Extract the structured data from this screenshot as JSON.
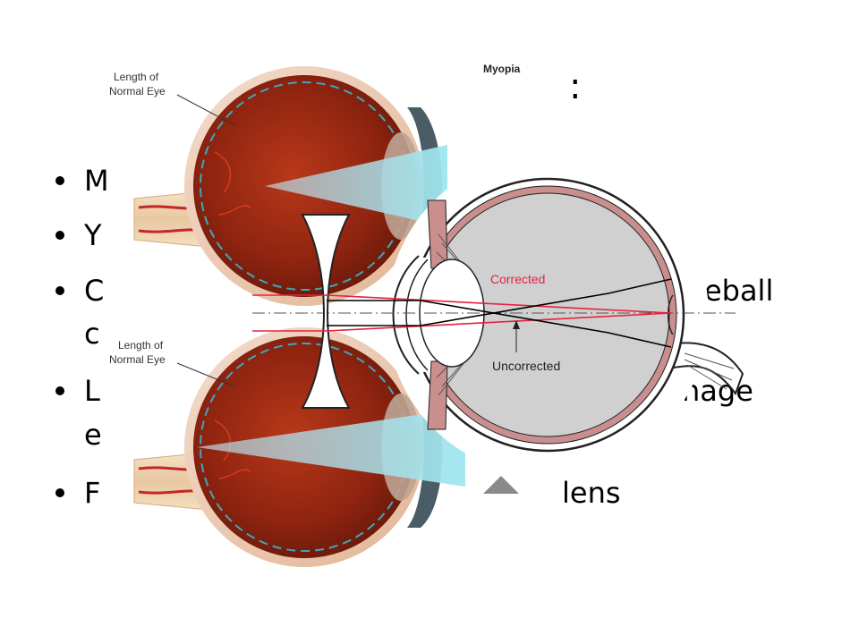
{
  "slide": {
    "title_fragment": ":",
    "bullets": [
      {
        "initial": "M",
        "tail": ""
      },
      {
        "initial": "Y",
        "tail": ""
      },
      {
        "initial": "C",
        "tail": "yeball",
        "line2": "c"
      },
      {
        "initial": "L",
        "tail": "nage",
        "line2": "e"
      },
      {
        "initial": "F",
        "tail": "lens"
      }
    ]
  },
  "top_illustration": {
    "length_label_line1": "Length of",
    "length_label_line2": "Normal Eye",
    "title": "Myopia"
  },
  "bottom_illustration": {
    "length_label_line1": "Length of",
    "length_label_line2": "Normal Eye"
  },
  "correction_diagram": {
    "corrected_label": "Corrected",
    "uncorrected_label": "Uncorrected",
    "corrected_color": "#e8213f",
    "uncorrected_color": "#000000"
  }
}
